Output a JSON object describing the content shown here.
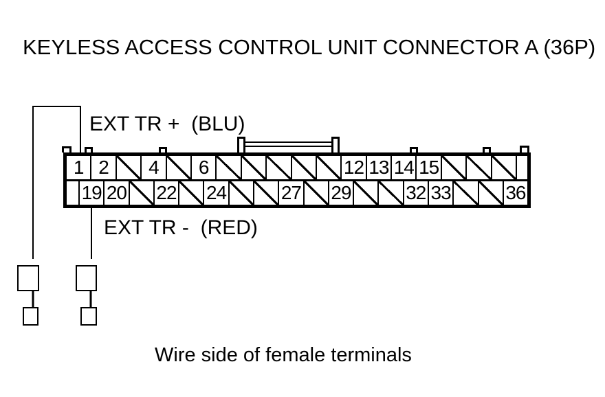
{
  "title": "KEYLESS ACCESS CONTROL UNIT CONNECTOR A (36P)",
  "labels": {
    "positive": "EXT TR +  (BLU)",
    "negative": "EXT TR -  (RED)"
  },
  "caption": "Wire side of female terminals",
  "connector": {
    "pin_count": 36,
    "view": "wire side, female terminals",
    "top_row": {
      "cells": [
        {
          "pin": "1",
          "hatched": false
        },
        {
          "pin": "2",
          "hatched": false
        },
        {
          "pin": "",
          "hatched": true
        },
        {
          "pin": "4",
          "hatched": false
        },
        {
          "pin": "",
          "hatched": true
        },
        {
          "pin": "6",
          "hatched": false
        },
        {
          "pin": "",
          "hatched": true
        },
        {
          "pin": "",
          "hatched": true
        },
        {
          "pin": "",
          "hatched": true
        },
        {
          "pin": "",
          "hatched": true
        },
        {
          "pin": "",
          "hatched": true
        },
        {
          "pin": "12",
          "hatched": false
        },
        {
          "pin": "13",
          "hatched": false
        },
        {
          "pin": "14",
          "hatched": false
        },
        {
          "pin": "15",
          "hatched": false
        },
        {
          "pin": "",
          "hatched": true
        },
        {
          "pin": "",
          "hatched": true
        },
        {
          "pin": "",
          "hatched": true
        },
        {
          "pin": "",
          "hatched": false,
          "filler": true
        }
      ]
    },
    "bottom_row": {
      "cells": [
        {
          "pin": "",
          "hatched": false,
          "filler": true
        },
        {
          "pin": "19",
          "hatched": false
        },
        {
          "pin": "20",
          "hatched": false
        },
        {
          "pin": "",
          "hatched": true
        },
        {
          "pin": "22",
          "hatched": false
        },
        {
          "pin": "",
          "hatched": true
        },
        {
          "pin": "24",
          "hatched": false
        },
        {
          "pin": "",
          "hatched": true
        },
        {
          "pin": "",
          "hatched": true
        },
        {
          "pin": "27",
          "hatched": false
        },
        {
          "pin": "",
          "hatched": true
        },
        {
          "pin": "29",
          "hatched": false
        },
        {
          "pin": "",
          "hatched": true
        },
        {
          "pin": "",
          "hatched": true
        },
        {
          "pin": "32",
          "hatched": false
        },
        {
          "pin": "33",
          "hatched": false
        },
        {
          "pin": "",
          "hatched": true
        },
        {
          "pin": "",
          "hatched": true
        },
        {
          "pin": "36",
          "hatched": false
        }
      ]
    }
  },
  "colors": {
    "ink": "#000000",
    "paper": "#ffffff"
  }
}
